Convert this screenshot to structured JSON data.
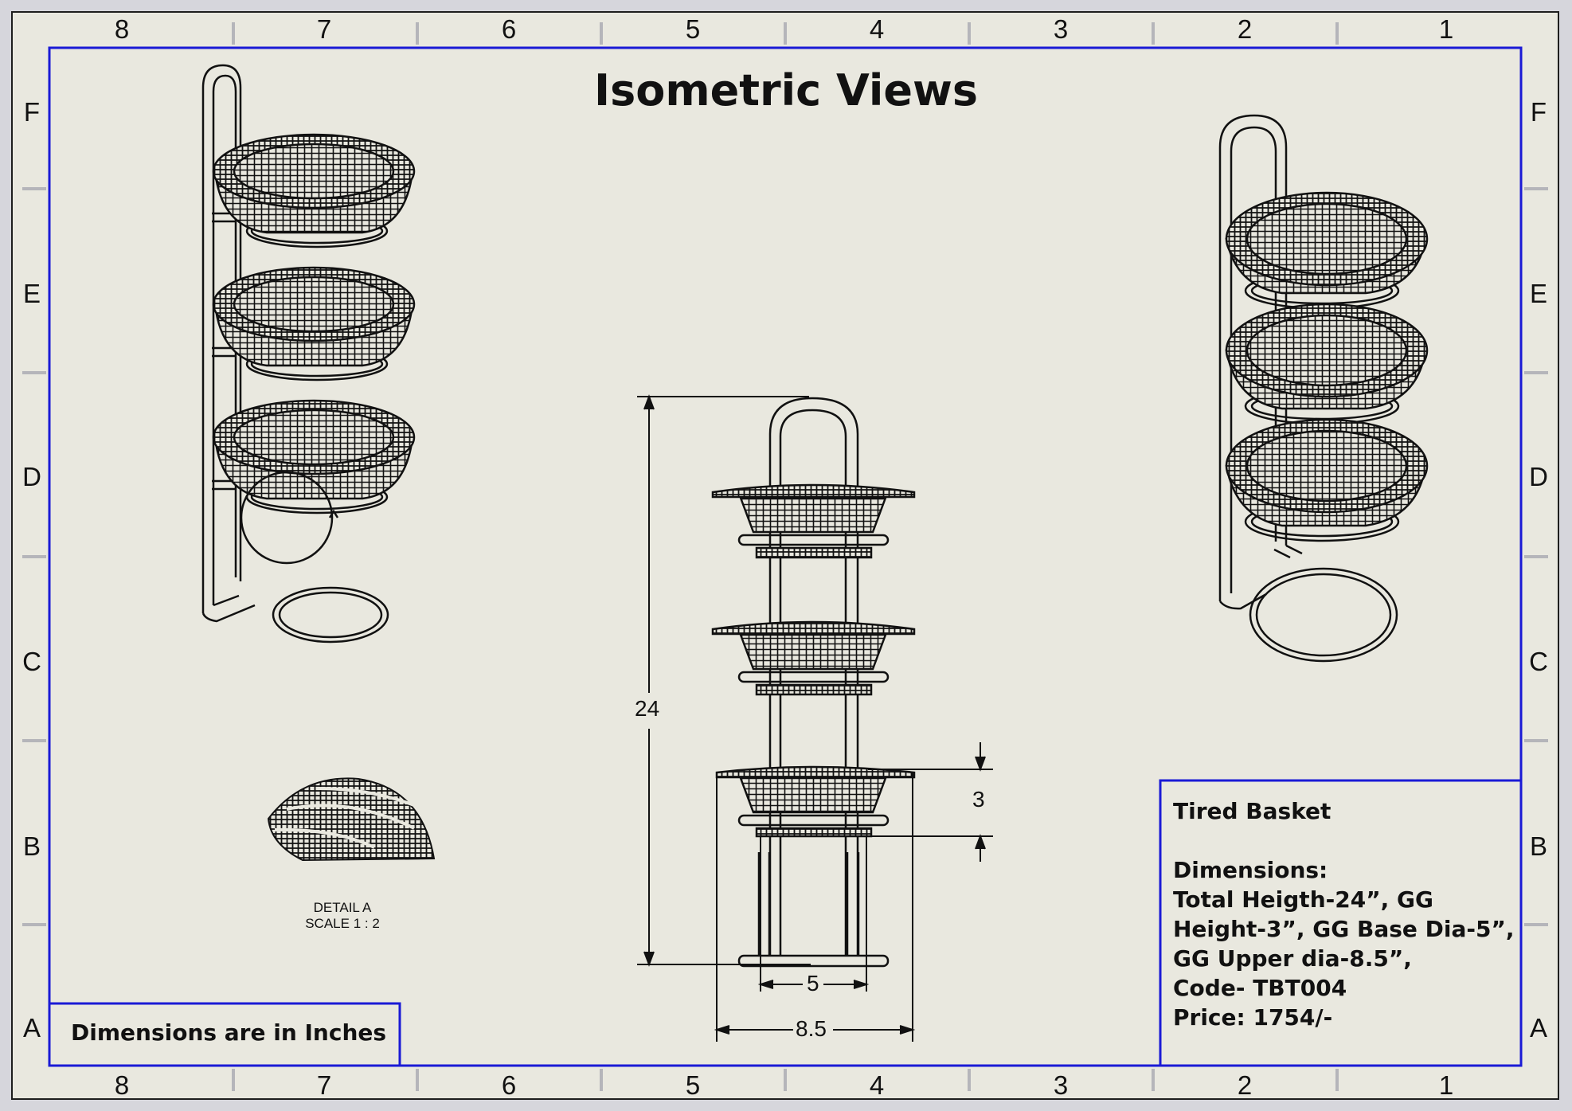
{
  "title": "Isometric Views",
  "zones": {
    "columns": [
      "8",
      "7",
      "6",
      "5",
      "4",
      "3",
      "2",
      "1"
    ],
    "rows": [
      "F",
      "E",
      "D",
      "C",
      "B",
      "A"
    ]
  },
  "dimensions": {
    "total_height": "24",
    "basket_height": "3",
    "base_dia": "5",
    "upper_dia": "8.5"
  },
  "detail": {
    "name": "DETAIL A",
    "scale": "SCALE 1 : 2"
  },
  "units_note": "Dimensions are in Inches",
  "info_block": {
    "product": "Tired Basket",
    "dimensions_heading": "Dimensions:",
    "dimensions_text": "Total Heigth-24”,  GG Height-3”, GG Base Dia-5”, GG Upper dia-8.5”,",
    "code": "Code- TBT004",
    "price": "Price: 1754/-"
  },
  "colors": {
    "border_blue": "#1a1ad6",
    "paper": "#e9e8df",
    "line": "#111111"
  }
}
